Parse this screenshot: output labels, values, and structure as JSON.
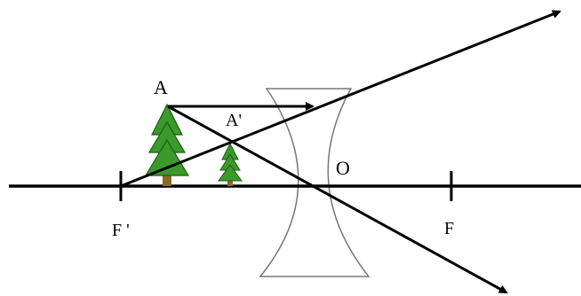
{
  "diagram": {
    "labels": {
      "object_top": "A",
      "image_top": "A'",
      "optical_center": "O",
      "focal_left": "F '",
      "focal_right": "F"
    },
    "colors": {
      "tree_fill": "#3a9a2a",
      "tree_stroke": "#1f5a17",
      "trunk": "#8a6a2a",
      "lens_stroke": "#777777",
      "line": "#000000"
    }
  }
}
